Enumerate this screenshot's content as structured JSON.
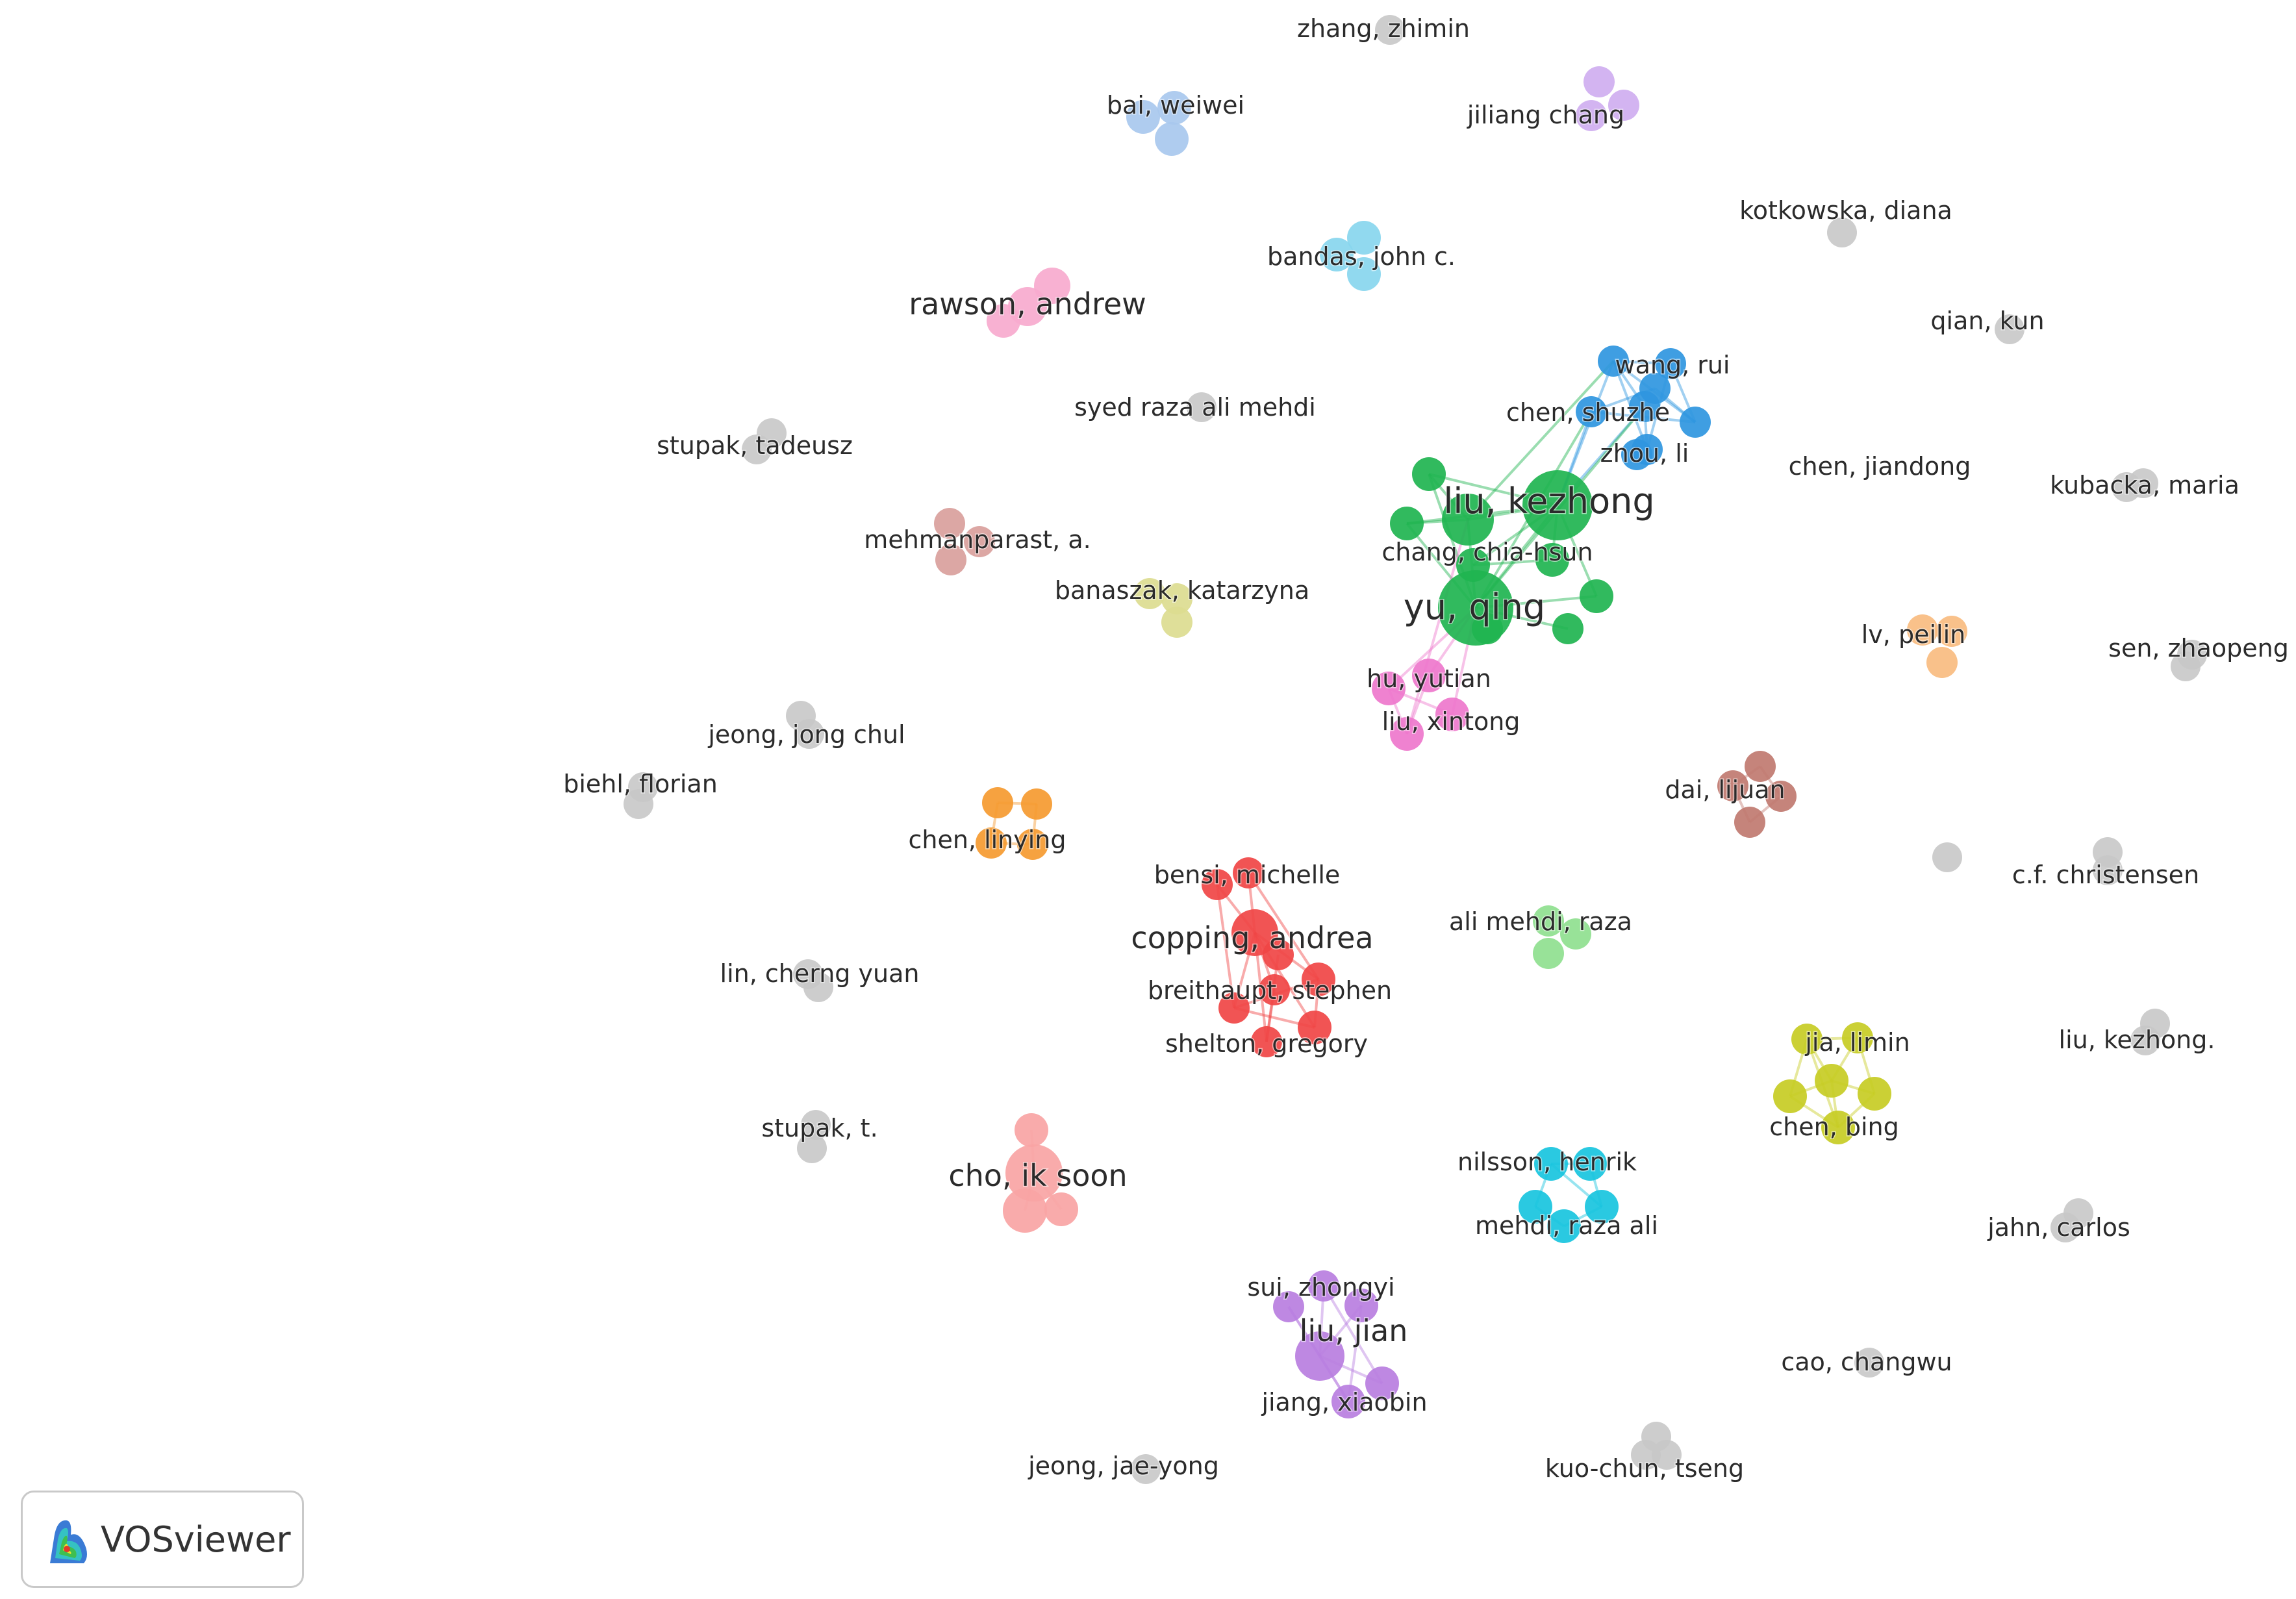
{
  "logo": {
    "text": "VOSviewer",
    "icon": "vosviewer-density-logo-icon"
  },
  "colors": {
    "green": "#20b450",
    "blue": "#2f96e0",
    "red": "#f04545",
    "pink": "#ee77cc",
    "salmon": "#f8a4a4",
    "purple": "#b87ee0",
    "cyan": "#18c4de",
    "yellow": "#c7cc24",
    "orange": "#f59a30",
    "brown": "#c07a70",
    "lightgreen": "#8fdf8f",
    "peach": "#f8bc80",
    "lightblue": "#a8c8ee",
    "lavender": "#cfaef0",
    "skyblue": "#88d6ee",
    "rosepink": "#f7aace",
    "rose": "#d9a09c",
    "khaki": "#dcdc90",
    "grey": "#c8c8c8"
  },
  "labels": [
    {
      "text": "zhang, zhimin",
      "size": "small"
    },
    {
      "text": "jiliang chang",
      "size": "small"
    },
    {
      "text": "bai, weiwei",
      "size": "small"
    },
    {
      "text": "kotkowska, diana",
      "size": "small"
    },
    {
      "text": "bandas, john c.",
      "size": "small"
    },
    {
      "text": "rawson, andrew",
      "size": "medium"
    },
    {
      "text": "qian, kun",
      "size": "small"
    },
    {
      "text": "wang, rui",
      "size": "small"
    },
    {
      "text": "syed raza ali mehdi",
      "size": "small"
    },
    {
      "text": "chen, shuzhe",
      "size": "small"
    },
    {
      "text": "stupak, tadeusz",
      "size": "small"
    },
    {
      "text": "zhou, li",
      "size": "small"
    },
    {
      "text": "chen, jiandong",
      "size": "small"
    },
    {
      "text": "kubacka, maria",
      "size": "small"
    },
    {
      "text": "liu, kezhong",
      "size": "large"
    },
    {
      "text": "mehmanparast, a.",
      "size": "small"
    },
    {
      "text": "chang, chia-hsun",
      "size": "small"
    },
    {
      "text": "banaszak, katarzyna",
      "size": "small"
    },
    {
      "text": "yu, qing",
      "size": "large"
    },
    {
      "text": "lv, peilin",
      "size": "small"
    },
    {
      "text": "sen, zhaopeng",
      "size": "small"
    },
    {
      "text": "hu, yutian",
      "size": "small"
    },
    {
      "text": "liu, xintong",
      "size": "small"
    },
    {
      "text": "jeong, jong chul",
      "size": "small"
    },
    {
      "text": "biehl, florian",
      "size": "small"
    },
    {
      "text": "dai, lijuan",
      "size": "small"
    },
    {
      "text": "chen, linying",
      "size": "small"
    },
    {
      "text": "bensi, michelle",
      "size": "small"
    },
    {
      "text": "c.f. christensen",
      "size": "small"
    },
    {
      "text": "copping, andrea",
      "size": "medium"
    },
    {
      "text": "ali mehdi, raza",
      "size": "small"
    },
    {
      "text": "lin, cherng yuan",
      "size": "small"
    },
    {
      "text": "breithaupt, stephen",
      "size": "small"
    },
    {
      "text": "jia, limin",
      "size": "small"
    },
    {
      "text": "liu, kezhong.",
      "size": "small"
    },
    {
      "text": "shelton, gregory",
      "size": "small"
    },
    {
      "text": "stupak, t.",
      "size": "small"
    },
    {
      "text": "chen, bing",
      "size": "small"
    },
    {
      "text": "nilsson, henrik",
      "size": "small"
    },
    {
      "text": "cho, ik soon",
      "size": "medium"
    },
    {
      "text": "mehdi, raza ali",
      "size": "small"
    },
    {
      "text": "jahn, carlos",
      "size": "small"
    },
    {
      "text": "sui, zhongyi",
      "size": "small"
    },
    {
      "text": "liu, jian",
      "size": "medium"
    },
    {
      "text": "cao, changwu",
      "size": "small"
    },
    {
      "text": "jiang, xiaobin",
      "size": "small"
    },
    {
      "text": "jeong, jae-yong",
      "size": "small"
    },
    {
      "text": "kuo-chun, tseng",
      "size": "small"
    }
  ]
}
